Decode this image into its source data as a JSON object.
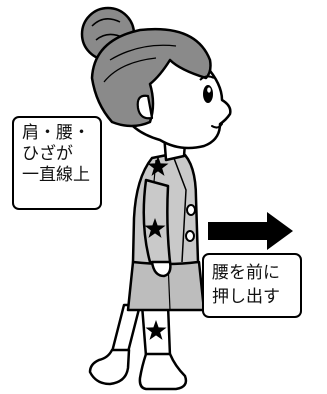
{
  "callouts": {
    "alignment": {
      "lines": [
        "肩・腰・",
        "ひざが",
        "一直線上"
      ]
    },
    "hip_forward": {
      "lines": [
        "腰を前に",
        "押し出す"
      ]
    }
  },
  "colors": {
    "hair": "#8a8a8a",
    "skin": "#ffffff",
    "jacket": "#c9c9c9",
    "skirt": "#bdbdbd",
    "outline": "#000000",
    "star": "#000000",
    "arrow": "#000000"
  },
  "icons": [
    "star-icon",
    "arrow-right-icon"
  ]
}
